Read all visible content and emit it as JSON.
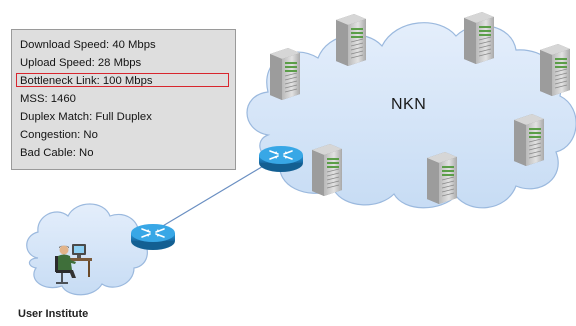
{
  "info_box": {
    "lines": [
      "Download Speed: 40 Mbps",
      "Upload Speed: 28 Mbps",
      "Bottleneck Link: 100 Mbps",
      "MSS: 1460",
      "Duplex Match: Full Duplex",
      "Congestion: No",
      "Bad Cable: No"
    ],
    "highlighted_index": 2,
    "highlight_color": "#d8262e"
  },
  "network": {
    "cloud_label": "NKN",
    "institute_label": "User Institute"
  },
  "colors": {
    "cloud_fill": "#cfe2f7",
    "cloud_edge": "#9bb9de",
    "router_body": "#1e82c9",
    "router_top": "#2d9ee0",
    "server_body": "#cbcbcb",
    "link_line": "#6a8fc2"
  },
  "icons": [
    "router-icon",
    "server-icon",
    "user-workstation-icon"
  ]
}
